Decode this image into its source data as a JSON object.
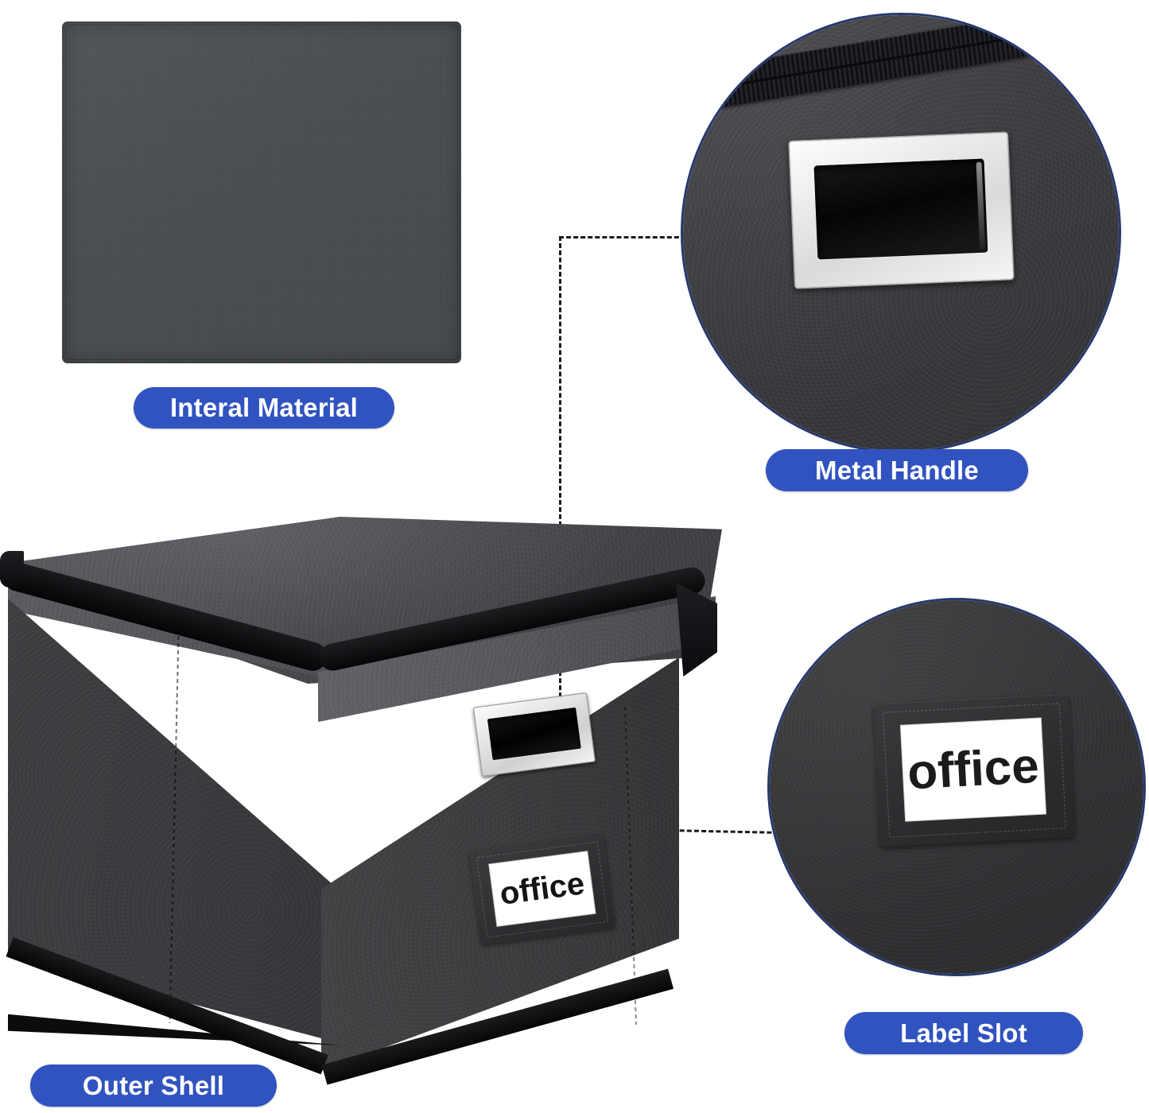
{
  "image": {
    "kind": "product-feature-infographic",
    "background_color": "#ffffff",
    "accent_color": "#3053c0",
    "callout_ring_color": "#28386e"
  },
  "callout_labels": {
    "internal_material": "Interal Material",
    "metal_handle": "Metal Handle",
    "label_slot": "Label Slot",
    "outer_shell": "Outer Shell"
  },
  "product": {
    "name": "Lidded fabric storage box",
    "label_card_text": "office",
    "materials": {
      "internal_swatch_color": "#4a4f52",
      "lid_top_color": "#4a4a50",
      "lid_skirt_color": "#55555b",
      "body_panel_color": "#3a3a3d",
      "trim_color": "#0d0d10",
      "handle_metal_color": "#e8e9ea",
      "handle_recess_color": "#050505",
      "label_card_color": "#ffffff"
    }
  },
  "detail_views": {
    "metal_handle": {
      "title": "Metal Handle",
      "shows": "close-up of chrome rectangular handle plate with recessed black grip on dark leather, zipper band above",
      "label_card_text": ""
    },
    "label_slot": {
      "title": "Label Slot",
      "shows": "close-up of stitched label holder with white insert card",
      "label_card_text": "office"
    }
  }
}
